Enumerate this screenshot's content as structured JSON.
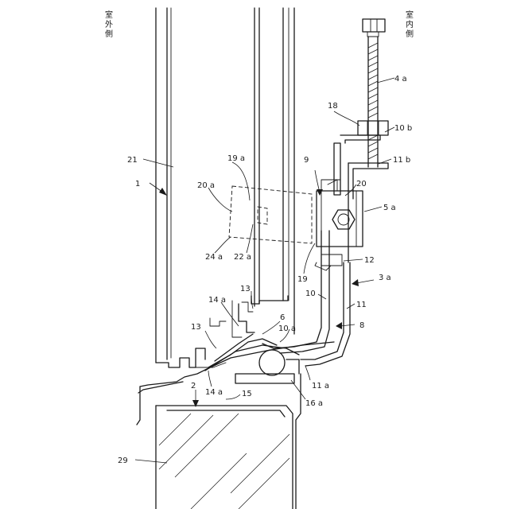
{
  "side_labels": {
    "outdoor": [
      "室",
      "外",
      "側"
    ],
    "indoor": [
      "室",
      "内",
      "側"
    ]
  },
  "refs": {
    "r1": "1",
    "r2": "2",
    "r3a": "3 a",
    "r4a": "4 a",
    "r5a": "5 a",
    "r6": "6",
    "r8": "8",
    "r9": "9",
    "r10": "10",
    "r10a": "10 a",
    "r10b": "10 b",
    "r11": "11",
    "r11a": "11 a",
    "r11b": "11 b",
    "r12": "12",
    "r13_left": "13",
    "r13_top": "13",
    "r14a_top": "14 a",
    "r14a_bottom": "14 a",
    "r15": "15",
    "r16a": "16 a",
    "r18": "18",
    "r19": "19",
    "r19a": "19 a",
    "r20": "20",
    "r20a": "20 a",
    "r21": "21",
    "r22a": "22 a",
    "r24a": "24 a",
    "r29": "29"
  }
}
